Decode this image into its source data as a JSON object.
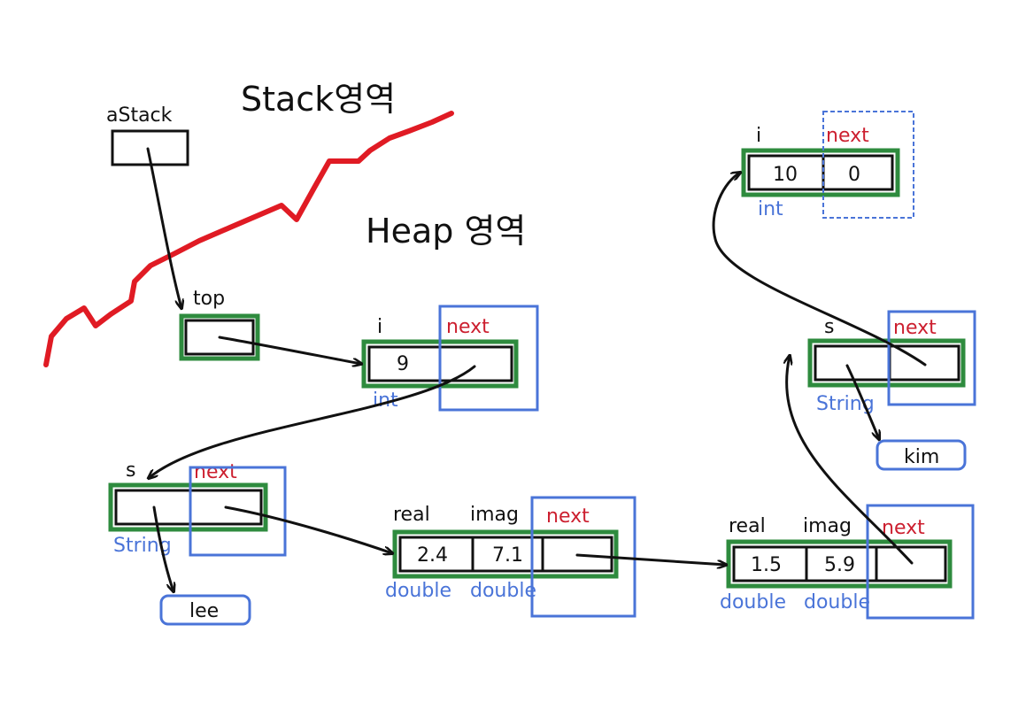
{
  "titles": {
    "stack": "Stack영역",
    "heap": "Heap 영역"
  },
  "stack": {
    "var_label": "aStack"
  },
  "top": {
    "label": "top"
  },
  "node_int9": {
    "field_i": "i",
    "field_next": "next",
    "value": "9",
    "type": "int"
  },
  "node_lee": {
    "field_s": "s",
    "field_next": "next",
    "type": "String",
    "string_value": "lee"
  },
  "node_complex1": {
    "field_real": "real",
    "field_imag": "imag",
    "field_next": "next",
    "real_value": "2.4",
    "imag_value": "7.1",
    "real_type": "double",
    "imag_type": "double"
  },
  "node_complex2": {
    "field_real": "real",
    "field_imag": "imag",
    "field_next": "next",
    "real_value": "1.5",
    "imag_value": "5.9",
    "real_type": "double",
    "imag_type": "double"
  },
  "node_kim": {
    "field_s": "s",
    "field_next": "next",
    "type": "String",
    "string_value": "kim"
  },
  "node_int10": {
    "field_i": "i",
    "field_next": "next",
    "value": "10",
    "next_value": "0",
    "type": "int"
  },
  "colors": {
    "divider": "#e01b24",
    "node_border": "#2e8b3e",
    "next_box": "#4a74d8",
    "next_label": "#cc1f2f",
    "type_label": "#4a74d8",
    "arrow": "#111111"
  }
}
